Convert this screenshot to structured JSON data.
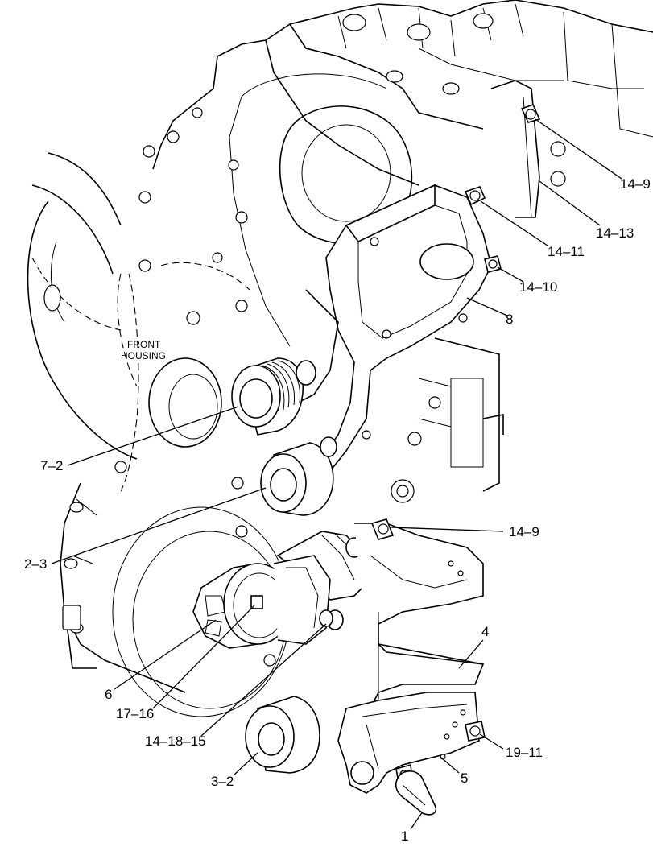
{
  "figure": {
    "housing_label_line1": "FRONT",
    "housing_label_line2": "HOUSING"
  },
  "callouts": [
    {
      "id": "c-14-9-top",
      "text": "14–9"
    },
    {
      "id": "c-14-13",
      "text": "14–13"
    },
    {
      "id": "c-14-11",
      "text": "14–11"
    },
    {
      "id": "c-14-10",
      "text": "14–10"
    },
    {
      "id": "c-8",
      "text": "8"
    },
    {
      "id": "c-7-2",
      "text": "7–2"
    },
    {
      "id": "c-14-9-mid",
      "text": "14–9"
    },
    {
      "id": "c-2-3",
      "text": "2–3"
    },
    {
      "id": "c-4",
      "text": "4"
    },
    {
      "id": "c-6",
      "text": "6"
    },
    {
      "id": "c-17-16",
      "text": "17–16"
    },
    {
      "id": "c-14-18-15",
      "text": "14–18–15"
    },
    {
      "id": "c-19-11",
      "text": "19–11"
    },
    {
      "id": "c-5",
      "text": "5"
    },
    {
      "id": "c-3-2",
      "text": "3–2"
    },
    {
      "id": "c-1",
      "text": "1"
    }
  ]
}
